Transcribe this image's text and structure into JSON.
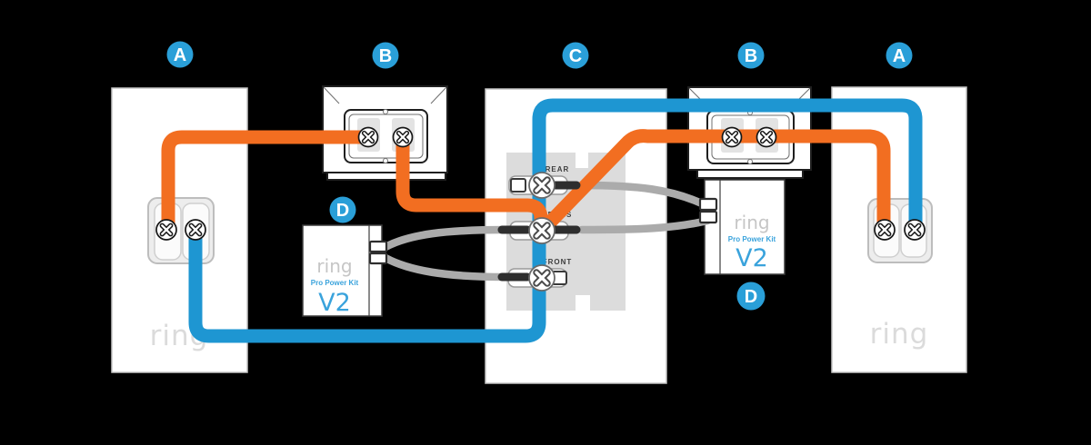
{
  "colors": {
    "background": "#000000",
    "wire_orange": "#F26E21",
    "wire_blue": "#1E96D2",
    "wire_gray": "#ABABAB",
    "badge_blue": "#2A9FD8",
    "kit_text_blue": "#3AA3DC"
  },
  "badges": {
    "a_left": "A",
    "b_left": "B",
    "c": "C",
    "b_right": "B",
    "a_right": "A",
    "d_left": "D",
    "d_right": "D"
  },
  "chime_terminals": {
    "rear": "REAR",
    "trans": "TRANS",
    "front": "FRONT"
  },
  "power_kit_left": {
    "brand": "ring",
    "name": "Pro Power Kit",
    "version": "V2"
  },
  "power_kit_right": {
    "brand": "ring",
    "name": "Pro Power Kit",
    "version": "V2"
  },
  "doorbell_left": {
    "brand": "ring"
  },
  "doorbell_right": {
    "brand": "ring"
  }
}
